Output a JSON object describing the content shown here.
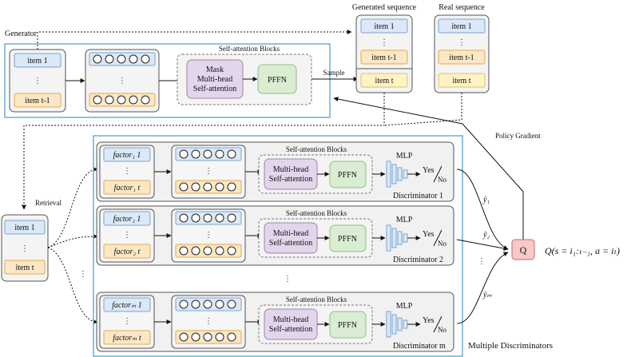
{
  "generator": {
    "title": "Generator",
    "item_first": "item 1",
    "item_last": "item t-1",
    "sa_title": "Self-attention Blocks",
    "mask_line1": "Mask",
    "mask_line2": "Multi-head",
    "mask_line3": "Self-attention",
    "pffn": "PFFN",
    "sample": "Sample",
    "policy_gradient": "Policy Gradient"
  },
  "generated_sequence": {
    "title": "Generated sequence",
    "item_first": "item 1",
    "item_mid": "item t-1",
    "item_last": "item t"
  },
  "real_sequence": {
    "title": "Real sequence",
    "item_first": "item 1",
    "item_mid": "item t-1",
    "item_last": "item t"
  },
  "retrieval": {
    "label": "Retrieval",
    "item_first": "item 1",
    "item_last": "item t"
  },
  "discriminators": [
    {
      "factor_first": "factor₁ 1",
      "factor_last": "factor₁ t",
      "sa_title": "Self-attention Blocks",
      "mha_line1": "Multi-head",
      "mha_line2": "Self-attention",
      "pffn": "PFFN",
      "mlp": "MLP",
      "yes": "Yes",
      "no": "No",
      "name": "Discriminator 1",
      "output": "ŷ₁"
    },
    {
      "factor_first": "factor₂ 1",
      "factor_last": "factor₂ t",
      "sa_title": "Self-attention Blocks",
      "mha_line1": "Multi-head",
      "mha_line2": "Self-attention",
      "pffn": "PFFN",
      "mlp": "MLP",
      "yes": "Yes",
      "no": "No",
      "name": "Discriminator 2",
      "output": "ŷ₂"
    },
    {
      "factor_first": "factorₘ 1",
      "factor_last": "factorₘ t",
      "sa_title": "Self-attention Blocks",
      "mha_line1": "Multi-head",
      "mha_line2": "Self-attention",
      "pffn": "PFFN",
      "mlp": "MLP",
      "yes": "Yes",
      "no": "No",
      "name": "Discriminator m",
      "output": "ŷₘ"
    }
  ],
  "q_node": "Q",
  "q_formula": "Q(s = i₁:ₜ₋₁, a = iₜ)",
  "multiple_discriminators": "Multiple Discriminators",
  "ellipsis": "⋮",
  "colors": {
    "blue_box": "#dbe8f7",
    "blue_border": "#7aa3d1",
    "orange_box": "#fde7c4",
    "orange_border": "#e2a94d",
    "purple_box": "#e3d5ec",
    "green_box": "#d9edd3",
    "q_box": "#f7c9c9",
    "frame": "#6aaed6"
  }
}
